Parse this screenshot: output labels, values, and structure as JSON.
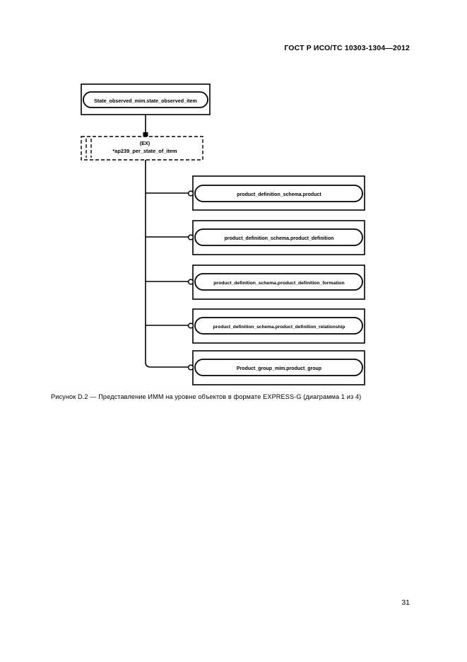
{
  "document": {
    "header": "ГОСТ Р ИСО/ТС 10303-1304—2012",
    "page_number": "31"
  },
  "figure": {
    "caption": "Рисунок  D.2 — Представление ИММ на уровне объектов в формате EXPRESS-G (диаграмма 1 из 4)",
    "diagram_type": "EXPRESS-G entity-level diagram",
    "ink_color": "#000000",
    "background_color": "#ffffff",
    "nodes": {
      "root": {
        "label": "State_observed_mim.state_observed_item",
        "style": "solid-rounded-in-rect"
      },
      "schema_ref": {
        "tag": "(EX)",
        "label": "*ap239_per_state_of_item",
        "style": "dashed-rect-page-reference"
      },
      "children": [
        {
          "label": "product_definition_schema.product"
        },
        {
          "label": "product_definition_schema.product_definition"
        },
        {
          "label": "product_definition_schema.product_definition_formation"
        },
        {
          "label": "product_definition_schema.product_definition_relationship"
        },
        {
          "label": "Product_group_mim.product_group"
        }
      ]
    }
  }
}
